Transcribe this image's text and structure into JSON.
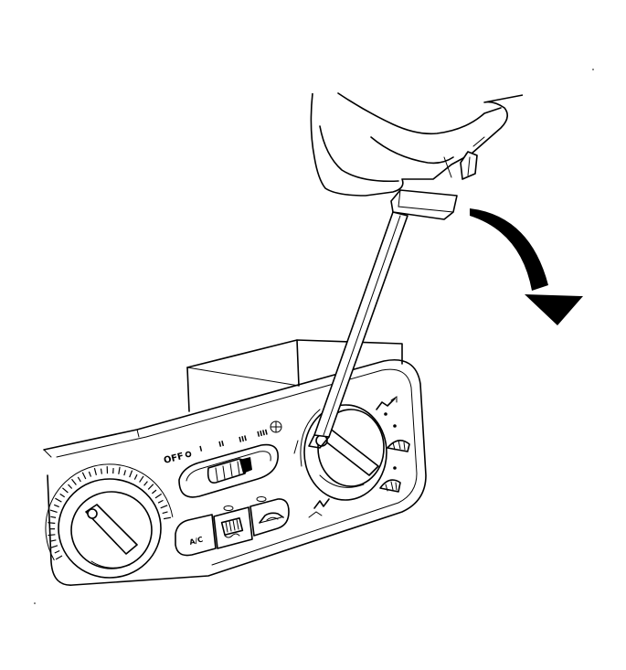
{
  "panel": {
    "fan_off_label": "OFF",
    "fan_speed_1": "I",
    "fan_speed_2": "II",
    "fan_speed_3": "III",
    "fan_speed_4": "IIII",
    "ac_button_label": "A/C"
  },
  "icons": {
    "removal_direction": "curved-arrow-down-icon",
    "tool": "flat-blade-screwdriver-icon",
    "hand": "hand-icon",
    "rear_defrost": "rear-defrost-icon",
    "recirculation": "recirculation-icon",
    "fan": "fan-icon",
    "face_vent_mode": "face-vent-mode-icon",
    "defrost_mode": "defrost-mode-icon",
    "floor_mode": "floor-mode-icon"
  },
  "colors": {
    "line": "#000000",
    "background": "#ffffff"
  }
}
